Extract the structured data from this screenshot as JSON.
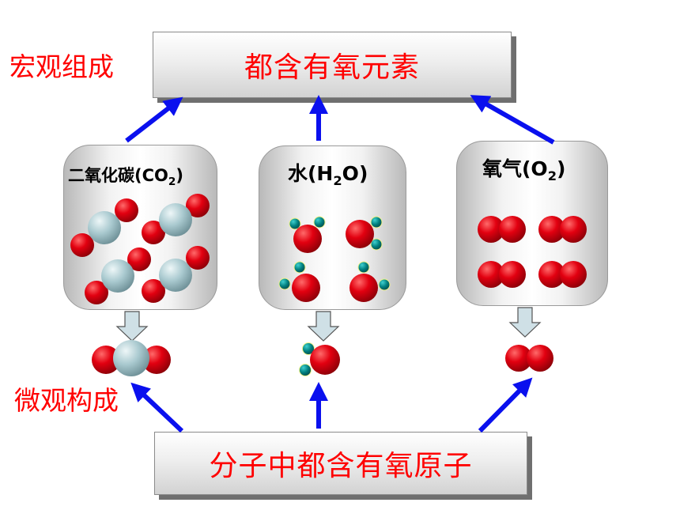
{
  "labels": {
    "macro": "宏观组成",
    "micro": "微观构成"
  },
  "top_box": {
    "text": "都含有氧元素"
  },
  "bottom_box": {
    "text": "分子中都含有氧原子"
  },
  "panels": [
    {
      "name_pre": "二氧化碳(CO",
      "sub": "2",
      "name_post": ")"
    },
    {
      "name_pre": "水(H",
      "sub": "2",
      "name_mid": "O",
      "name_post": ")"
    },
    {
      "name_pre": "氧气(O",
      "sub": "2",
      "name_post": ")"
    }
  ],
  "colors": {
    "label_text": "#ff0000",
    "arrow": "#0a10ee",
    "oxygen": "#e20010",
    "carbon": "#a9c9cf",
    "hydrogen": "#00807f",
    "down_arrow_fill": "#cfe0e6"
  }
}
